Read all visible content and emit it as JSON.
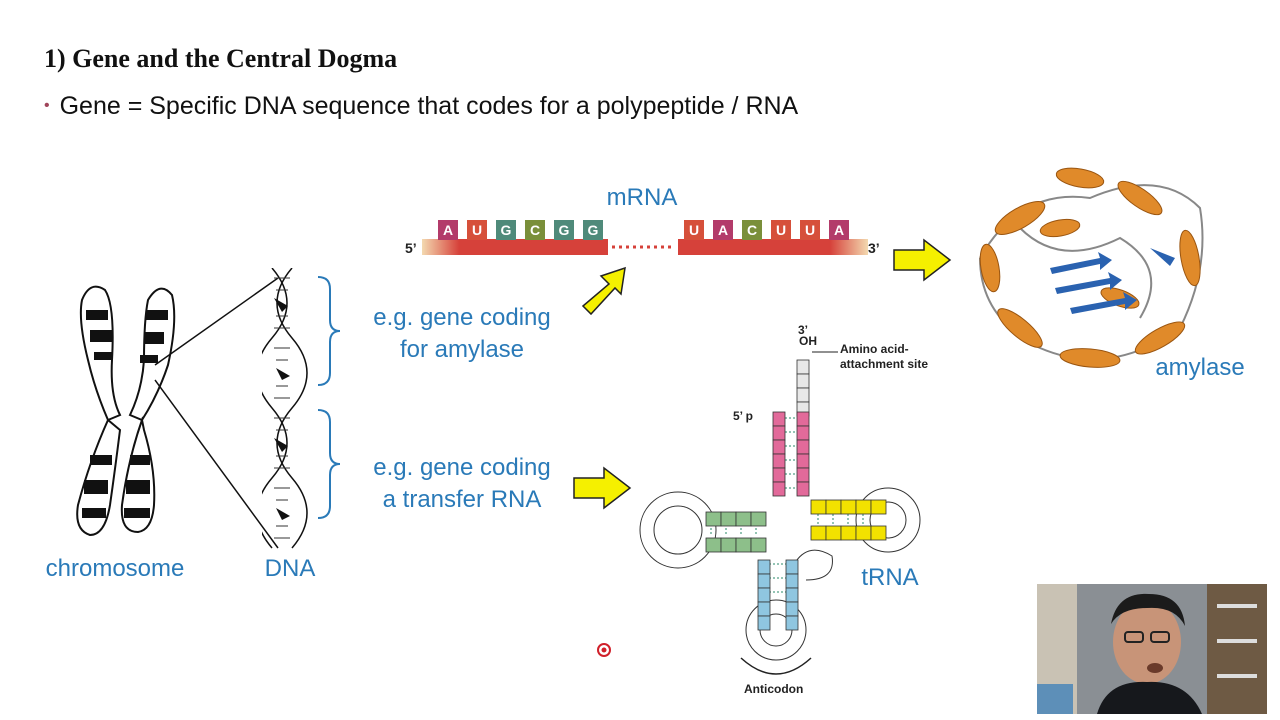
{
  "slide": {
    "title": "1) Gene and the Central Dogma",
    "bullet": "Gene = Specific DNA sequence that codes for a polypeptide / RNA"
  },
  "labels": {
    "chromosome": "chromosome",
    "dna": "DNA",
    "gene1_line1": "e.g. gene coding",
    "gene1_line2": "for amylase",
    "gene2_line1": "e.g. gene coding",
    "gene2_line2": "a transfer RNA",
    "mrna": "mRNA",
    "amylase": "amylase",
    "trna": "tRNA",
    "five_prime": "5’",
    "three_prime": "3’",
    "oh_3": "3’",
    "oh": "OH",
    "amino_acid_site_1": "Amino acid-",
    "amino_acid_site_2": "attachment site",
    "five_p": "5’ p",
    "anticodon": "Anticodon"
  },
  "mrna_codons_left": [
    "A",
    "U",
    "G",
    "C",
    "G",
    "G"
  ],
  "mrna_codons_right": [
    "U",
    "A",
    "C",
    "U",
    "U",
    "A"
  ],
  "colors": {
    "accent_blue": "#2a7ab8",
    "arrow_yellow": "#f5f000",
    "mrna_red": "#d6413a",
    "protein_orange": "#e08a2a",
    "protein_blue": "#2a62b0"
  }
}
